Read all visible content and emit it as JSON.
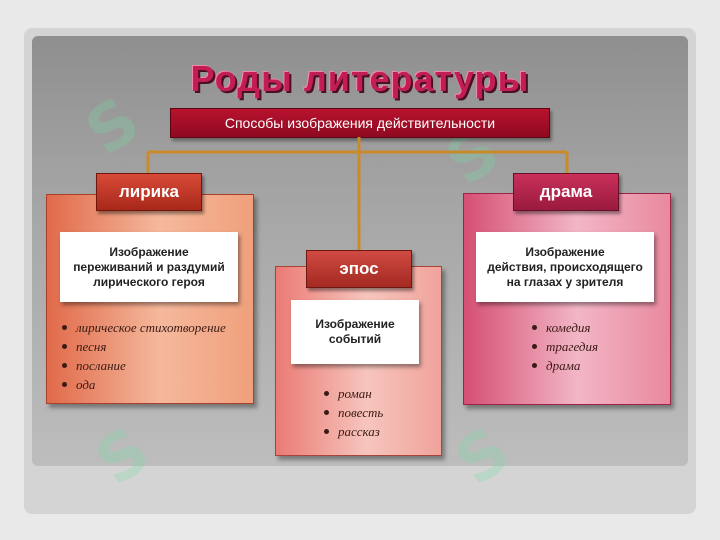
{
  "title": "Роды литературы",
  "subtitle": "Способы изображения действительности",
  "colors": {
    "lyric": "#e06a4a",
    "epos": "#ea7b74",
    "drama": "#d54f73",
    "title": "#c21e55"
  },
  "genres": {
    "lyric": {
      "label": "лирика",
      "description": [
        "Изображение",
        "переживаний и раздумий",
        "лирического героя"
      ],
      "items": [
        "лирическое стихотворение",
        "песня",
        "послание",
        "ода"
      ]
    },
    "epos": {
      "label": "эпос",
      "description": [
        "Изображение",
        "событий"
      ],
      "items": [
        "роман",
        "повесть",
        "рассказ"
      ]
    },
    "drama": {
      "label": "драма",
      "description": [
        "Изображение",
        "действия, происходящего",
        "на глазах у зрителя"
      ],
      "items": [
        "комедия",
        "трагедия",
        "драма"
      ]
    }
  }
}
